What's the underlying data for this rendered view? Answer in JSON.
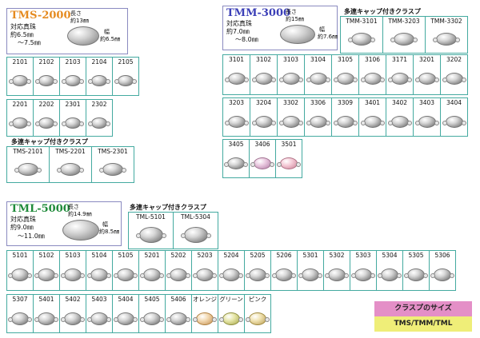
{
  "tms": {
    "title": "TMS-2000",
    "title_color": "#e58a1f",
    "pearl_label": "対応真珠",
    "pearl_range_1": "約6.5㎜",
    "pearl_range_2": "～7.5㎜",
    "length_label": "長さ",
    "length_value": "約13㎜",
    "width_label": "幅",
    "width_value": "約6.5㎜",
    "row1": [
      "2101",
      "2102",
      "2103",
      "2104",
      "2105"
    ],
    "row2": [
      "2201",
      "2202",
      "2301",
      "2302"
    ],
    "multi_label": "多連キャップ付きクラスプ",
    "multi": [
      "TMS-2101",
      "TMS-2201",
      "TMS-2301"
    ]
  },
  "tmm": {
    "title": "TMM-3000",
    "title_color": "#3b3fb7",
    "pearl_label": "対応真珠",
    "pearl_range_1": "約7.0㎜",
    "pearl_range_2": "～8.0㎜",
    "length_label": "長さ",
    "length_value": "約15㎜",
    "width_label": "幅",
    "width_value": "約7.6㎜",
    "multi_label": "多連キャップ付きクラスプ",
    "multi": [
      "TMM-3101",
      "TMM-3203",
      "TMM-3302"
    ],
    "row1": [
      "3101",
      "3102",
      "3103",
      "3104",
      "3105",
      "3106",
      "3171",
      "3201",
      "3202"
    ],
    "row2": [
      "3203",
      "3204",
      "3302",
      "3306",
      "3309",
      "3401",
      "3402",
      "3403",
      "3404"
    ],
    "row3": [
      "3405",
      "3406",
      "3501"
    ]
  },
  "tml": {
    "title": "TML-5000",
    "title_color": "#1f8a3a",
    "pearl_label": "対応真珠",
    "pearl_range_1": "約9.0㎜",
    "pearl_range_2": "～11.0㎜",
    "length_label": "長さ",
    "length_value": "約14.9㎜",
    "width_label": "幅",
    "width_value": "約8.5㎜",
    "multi_label": "多連キャップ付きクラスプ",
    "multi": [
      "TML-5101",
      "TML-5304"
    ],
    "row1": [
      "5101",
      "5102",
      "5103",
      "5104",
      "5105",
      "5201",
      "5202",
      "5203",
      "5204",
      "5205",
      "5206",
      "5301",
      "5302",
      "5303",
      "5304",
      "5305",
      "5306"
    ],
    "row2": [
      "5307",
      "5401",
      "5402",
      "5403",
      "5404",
      "5405",
      "5406",
      "オレンジ",
      "グリーン",
      "ピンク"
    ]
  },
  "legend": {
    "top": "クラスプのサイズ",
    "bottom": "TMS/TMM/TML",
    "top_color": "#e48fc7",
    "bottom_color": "#efee78"
  }
}
